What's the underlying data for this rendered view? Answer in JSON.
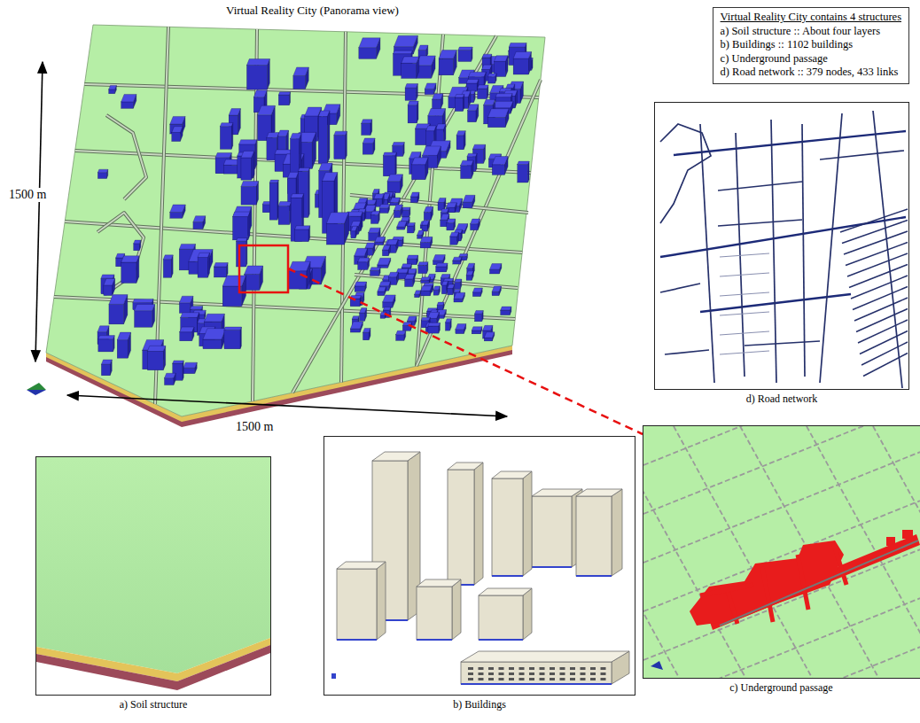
{
  "diagram": {
    "nodes": [
      {
        "text": [
          "Virtual Reality City (Panorama view)"
        ]
      },
      {
        "text": [
          "Virtual Reality City contains 4 structures",
          "a) Soil structure :: About four layers",
          "b) Buildings :: 1102 buildings",
          "c) Underground passage",
          "d) Road network :: 379 nodes, 433 links"
        ]
      },
      {
        "text": [
          "d) Road network"
        ]
      },
      {
        "text": [
          "c) Underground passage"
        ]
      },
      {
        "text": [
          "a) Soil structure"
        ]
      },
      {
        "text": [
          "b) Buildings"
        ]
      }
    ],
    "edges": [
      {
        "from": 0,
        "to": 3,
        "arrow": "none"
      }
    ],
    "labels": [
      "1500 m",
      "1500 m"
    ]
  }
}
